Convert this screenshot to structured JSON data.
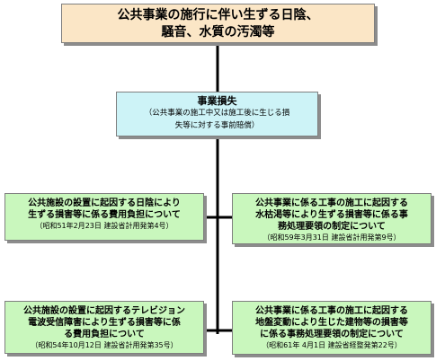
{
  "top": {
    "line1": "公共事業の施行に伴い生ずる日陰、",
    "line2": "騒音、水質の汚濁等"
  },
  "middle": {
    "title": "事業損失",
    "sub_line1": "（公共事業の施工中又は施工後に生じる損",
    "sub_line2": "失等に対する事前賠償）"
  },
  "leaves": [
    {
      "title_lines": [
        "公共施設の設置に起因する日陰により",
        "生ずる損害等に係る費用負担について"
      ],
      "note": "（昭和51年2月23日 建設省計用発第4号）"
    },
    {
      "title_lines": [
        "公共事業に係る工事の施工に起因する",
        "水枯渇等により生ずる損害等に係る事",
        "務処理要領の制定について"
      ],
      "note": "（昭和59年3月31日 建設省計用発第9号）"
    },
    {
      "title_lines": [
        "公共施設の設置に起因するテレビジョン",
        "電波受信障害により生ずる損害等に係",
        "る費用負担について"
      ],
      "note": "（昭和54年10月12日 建設省計用発第35号）"
    },
    {
      "title_lines": [
        "公共事業に係る工事の施工に起因する",
        "地盤変動により生じた建物等の損害等",
        "に係る事務処理要領の制定について"
      ],
      "note": "（昭和61年 4月1日 建設省経整発第22号）"
    }
  ],
  "colors": {
    "top_fill": "#fbe6c6",
    "middle_fill": "#cdf3f7",
    "leaf_fill": "#c9f7bd",
    "connector": "#000000"
  }
}
